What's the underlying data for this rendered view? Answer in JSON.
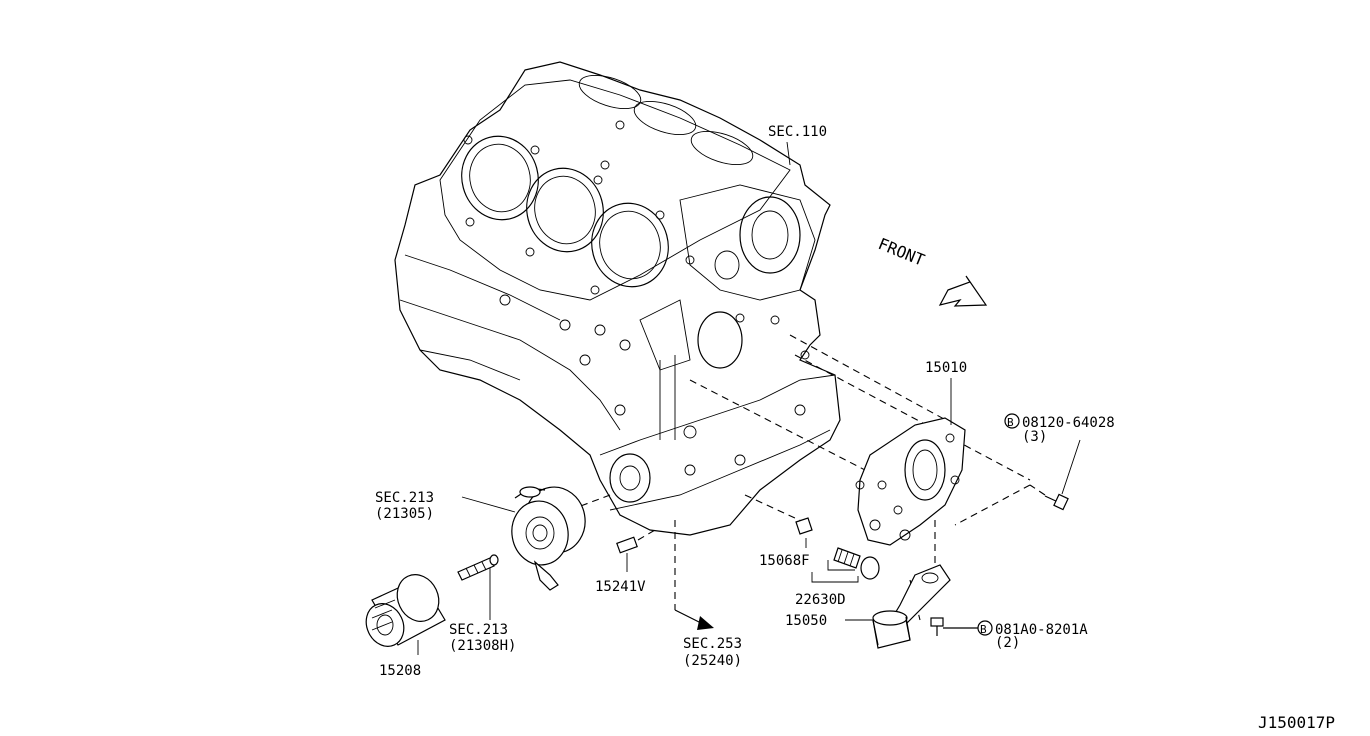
{
  "labels": {
    "sec_110": "SEC.110",
    "front": "FRONT",
    "part_15010": "15010",
    "bolt_1_number": "08120-64028",
    "bolt_1_qty": "(3)",
    "sec_213_a": "SEC.213",
    "sec_213_a_ref": "(21305)",
    "part_15068f": "15068F",
    "part_22630d": "22630D",
    "part_15050": "15050",
    "bolt_2_number": "081A0-8201A",
    "bolt_2_qty": "(2)",
    "part_15241v": "15241V",
    "sec_213_b": "SEC.213",
    "sec_213_b_ref": "(21308H)",
    "part_15208": "15208",
    "sec_253": "SEC.253",
    "sec_253_ref": "(25240)",
    "bolt_symbol": "B",
    "diagram_code": "J150017P"
  }
}
